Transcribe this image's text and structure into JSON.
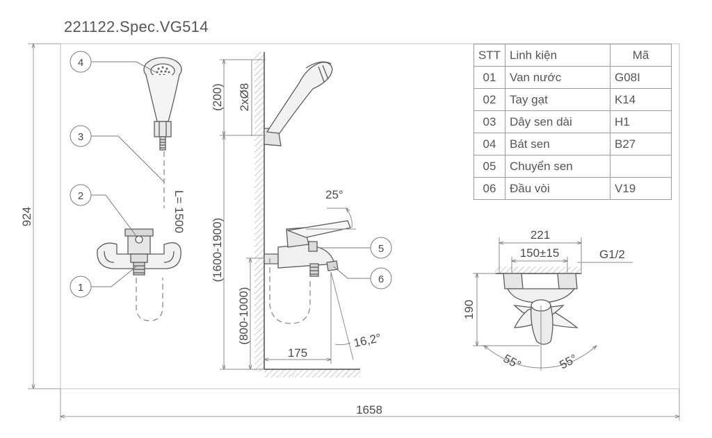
{
  "title": "221122.Spec.VG514",
  "table": {
    "headers": [
      "STT",
      "Linh kiện",
      "Mã"
    ],
    "rows": [
      [
        "01",
        "Van nước",
        "G08I"
      ],
      [
        "02",
        "Tay gạt",
        "K14"
      ],
      [
        "03",
        "Dây sen dài",
        "H1"
      ],
      [
        "04",
        "Bát sen",
        "B27"
      ],
      [
        "05",
        "Chuyển sen",
        ""
      ],
      [
        "06",
        "Đầu vòi",
        "V19"
      ]
    ]
  },
  "callouts": [
    "1",
    "2",
    "3",
    "4",
    "5",
    "6"
  ],
  "dimensions": {
    "overall_height": "924",
    "overall_width": "1658",
    "hose_length": "L= 1500",
    "top_gap": "(200)",
    "holes": "2xØ8",
    "mount_height": "(1600-1900)",
    "spout_height": "(800-1000)",
    "projection": "175",
    "handle_angle": "25°",
    "spout_angle": "16,2°",
    "center_distance": "221",
    "center_adjust": "150±15",
    "thread": "G1/2",
    "body_height": "190",
    "swing_left": "55°",
    "swing_right": "55°"
  },
  "colors": {
    "line": "#5a5a5a",
    "dim": "#7a7a7a",
    "hatch": "#8a8a8a",
    "frame": "#b0b0b0"
  }
}
